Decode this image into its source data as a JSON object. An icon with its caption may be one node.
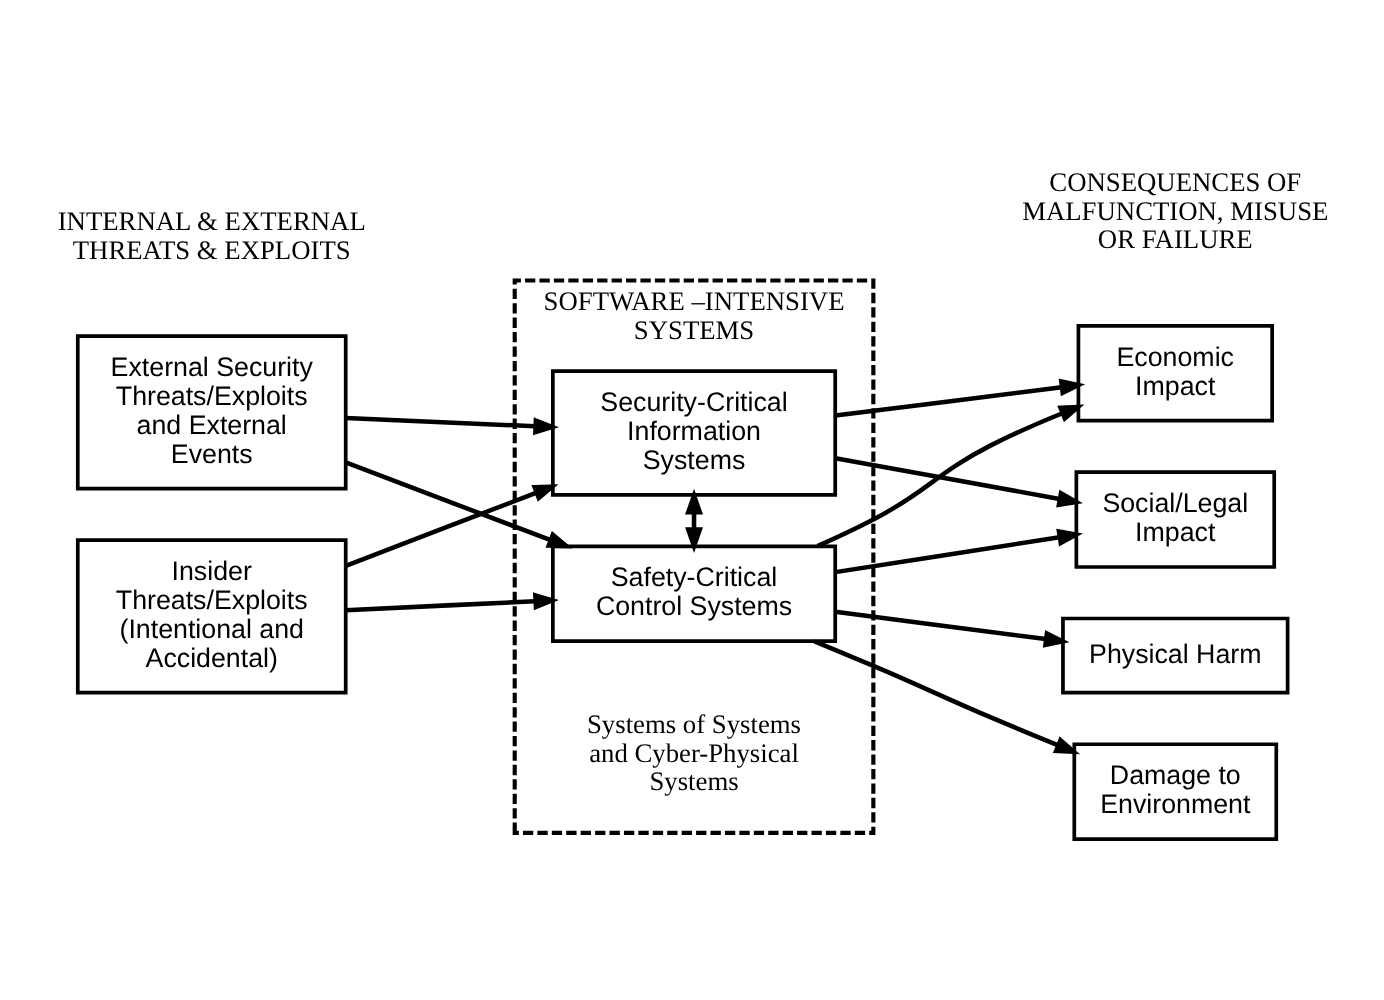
{
  "diagram": {
    "nodes": [
      {
        "text": [
          "External Security Threats/Exploits and External Events"
        ]
      },
      {
        "text": [
          "Insider Threats/Exploits (Intentional and Accidental)"
        ]
      },
      {
        "text": [
          "SOFTWARE –INTENSIVE SYSTEMS",
          "Systems of Systems and Cyber-Physical Systems"
        ]
      },
      {
        "text": [
          "Security-Critical Information Systems"
        ],
        "in": 2
      },
      {
        "text": [
          "Safety-Critical Control Systems"
        ],
        "in": 2
      },
      {
        "text": [
          "Economic Impact"
        ]
      },
      {
        "text": [
          "Social/Legal Impact"
        ]
      },
      {
        "text": [
          "Physical Harm"
        ]
      },
      {
        "text": [
          "Damage to Environment"
        ]
      }
    ],
    "edges": [
      {
        "from": 0,
        "to": 3,
        "arrow": "to"
      },
      {
        "from": 0,
        "to": 4,
        "arrow": "to"
      },
      {
        "from": 1,
        "to": 3,
        "arrow": "to"
      },
      {
        "from": 1,
        "to": 4,
        "arrow": "to"
      },
      {
        "from": 3,
        "to": 4,
        "arrow": "both"
      },
      {
        "from": 3,
        "to": 5,
        "arrow": "to"
      },
      {
        "from": 3,
        "to": 6,
        "arrow": "to"
      },
      {
        "from": 4,
        "to": 5,
        "arrow": "to"
      },
      {
        "from": 4,
        "to": 6,
        "arrow": "to"
      },
      {
        "from": 4,
        "to": 7,
        "arrow": "to"
      },
      {
        "from": 4,
        "to": 8,
        "arrow": "to"
      }
    ],
    "labels": [
      "INTERNAL & EXTERNAL THREATS & EXPLOITS",
      "CONSEQUENCES OF MALFUNCTION, MISUSE OR FAILURE"
    ]
  }
}
